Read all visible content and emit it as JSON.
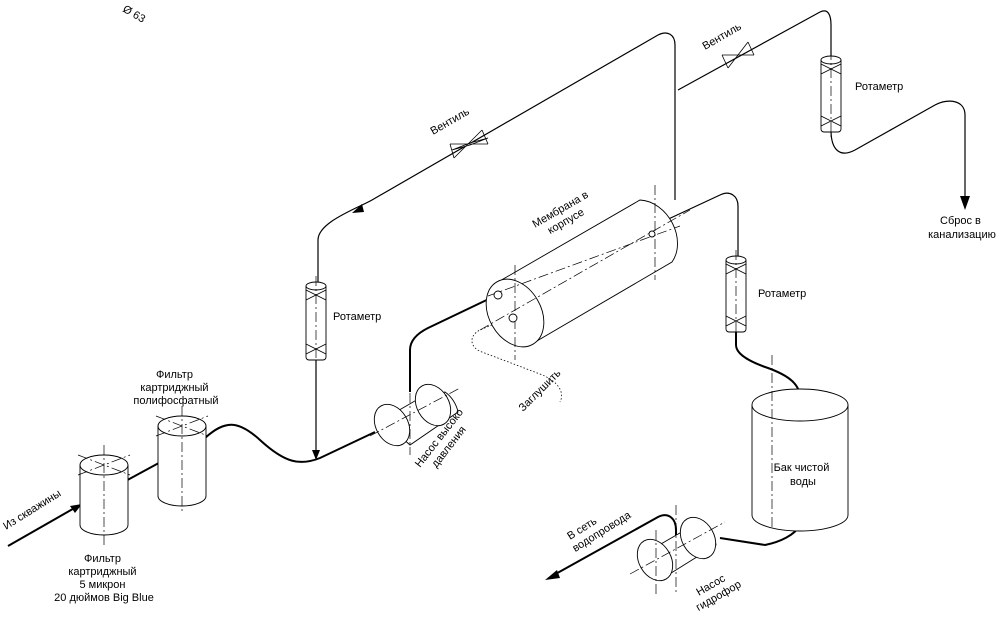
{
  "corner_note": "Ø 63",
  "labels": {
    "inlet": "Из скважины",
    "filter1": [
      "Фильтр",
      "картриджный",
      "5 микрон",
      "20 дюймов Big Blue"
    ],
    "filter2": [
      "Фильтр",
      "картриджный",
      "полифосфатный"
    ],
    "pump_hp": [
      "Насос высоко",
      "давления"
    ],
    "rotameter_left": "Ротаметр",
    "rotameter_mid": "Ротаметр",
    "rotameter_right": "Ротаметр",
    "valve_left": "Вентиль",
    "valve_right": "Вентиль",
    "membrane": [
      "Мембрана в",
      "корпусе"
    ],
    "plug": "Заглушить",
    "drain": [
      "Сброс в",
      "канализацию"
    ],
    "tank": [
      "Бак чистой",
      "воды"
    ],
    "network": [
      "В сеть",
      "водопровода"
    ],
    "pump_booster": [
      "Насос",
      "гидрофор"
    ]
  }
}
